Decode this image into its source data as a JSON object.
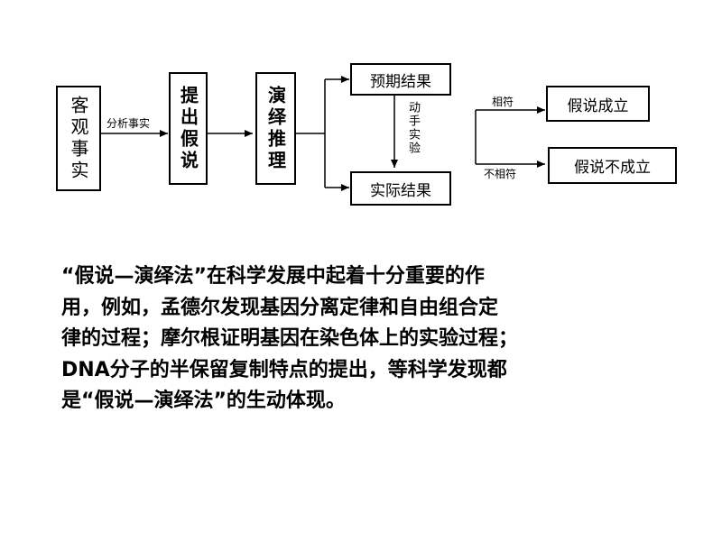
{
  "diagram": {
    "facts_box": "客观事实",
    "hypothesis_box": "提出假说",
    "deduction_box": "演绎推理",
    "expected_box": "预期结果",
    "actual_box": "实际结果",
    "established_box": "假说成立",
    "not_established_box": "假说不成立",
    "label_analyze": "分析事实",
    "label_experiment": "动手实验",
    "label_match": "相符",
    "label_mismatch": "不相符"
  },
  "paragraph": {
    "lines": [
      "“假说—演绎法”在科学发展中起着十分重要的作",
      "用，例如，孟德尔发现基因分离定律和自由组合定",
      "律的过程；摩尔根证明基因在染色体上的实验过程；",
      "DNA分子的半保留复制特点的提出，等科学发现都",
      "是“假说—演绎法”的生动体现。"
    ]
  }
}
